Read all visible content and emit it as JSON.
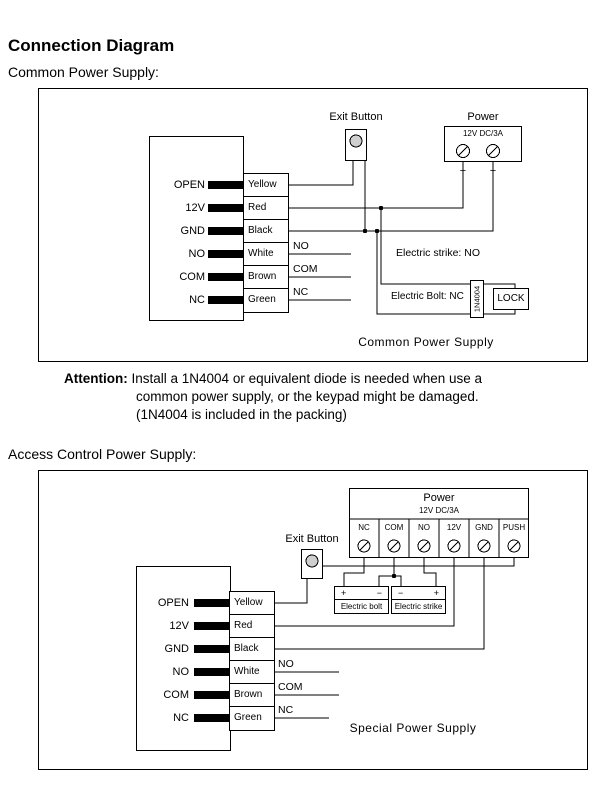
{
  "title": "Connection Diagram",
  "sections": [
    {
      "heading": "Common Power Supply:",
      "caption": "Common Power Supply"
    },
    {
      "heading": "Access Control Power Supply:",
      "caption": "Special Power Supply"
    }
  ],
  "keypad": {
    "terminals": [
      "OPEN",
      "12V",
      "GND",
      "NO",
      "COM",
      "NC"
    ],
    "wire_colors": [
      "Yellow",
      "Red",
      "Black",
      "White",
      "Brown",
      "Green"
    ],
    "relay_labels": [
      "NO",
      "COM",
      "NC"
    ]
  },
  "exit_button": {
    "label": "Exit Button"
  },
  "power": {
    "label": "Power",
    "rating": "12V DC/3A",
    "plus": "+",
    "minus": "−",
    "terminals": [
      "NC",
      "COM",
      "NO",
      "12V",
      "GND",
      "PUSH"
    ]
  },
  "diagram1": {
    "electric_strike": "Electric strike: NO",
    "electric_bolt": "Electric Bolt: NC",
    "diode": "1N4004",
    "lock": "LOCK"
  },
  "diagram2": {
    "bolt_box": {
      "left_sign": "+",
      "right_sign": "−",
      "label": "Electric bolt"
    },
    "strike_box": {
      "left_sign": "−",
      "right_sign": "+",
      "label": "Electric strike"
    }
  },
  "attention": {
    "label": "Attention:",
    "line1": "Install a 1N4004 or equivalent diode is needed when use a",
    "line2": "common power supply, or the keypad might be damaged.",
    "line3": "(1N4004 is included in the packing)"
  }
}
